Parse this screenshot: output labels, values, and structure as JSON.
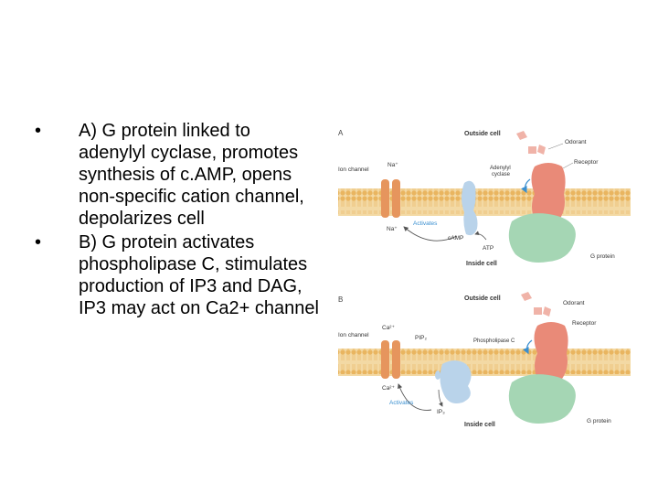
{
  "bullets": [
    {
      "marker": "•",
      "text": "A) G protein linked to adenylyl cyclase, promotes synthesis of c.AMP, opens non-specific cation channel, depolarizes cell"
    },
    {
      "marker": "•",
      "text": "B) G protein activates phospholipase C, stimulates production of IP3 and DAG, IP3 may act on Ca2+ channel"
    }
  ],
  "figure": {
    "panel_a": {
      "letter": "A",
      "outside": "Outside cell",
      "inside": "Inside cell",
      "odorant": "Odorant",
      "receptor": "Receptor",
      "ion_channel": "Ion channel",
      "ion_in": "Na⁺",
      "ion_out": "Na⁺",
      "enzyme_line1": "Adenylyl",
      "enzyme_line2": "cyclase",
      "activates": "Activates",
      "camp": "cAMP",
      "atp": "ATP",
      "g_protein": "G protein"
    },
    "panel_b": {
      "letter": "B",
      "outside": "Outside cell",
      "inside": "Inside cell",
      "odorant": "Odorant",
      "receptor": "Receptor",
      "ion_channel": "Ion channel",
      "ion_in": "Ca²⁺",
      "ion_out": "Ca²⁺",
      "pip2": "PIP₂",
      "enzyme": "Phospholipase C",
      "activates": "Activates",
      "ip3": "IP₃",
      "g_protein": "G protein"
    },
    "colors": {
      "membrane_band": "#f3d9a4",
      "lipid_head": "#e9b560",
      "receptor": "#e98a78",
      "g_protein": "#a5d6b4",
      "enzyme": "#b9d3ea",
      "channel": "#e6955d",
      "odorant": "#f0b3a8",
      "arrow_activates": "#3a8fd0"
    }
  }
}
